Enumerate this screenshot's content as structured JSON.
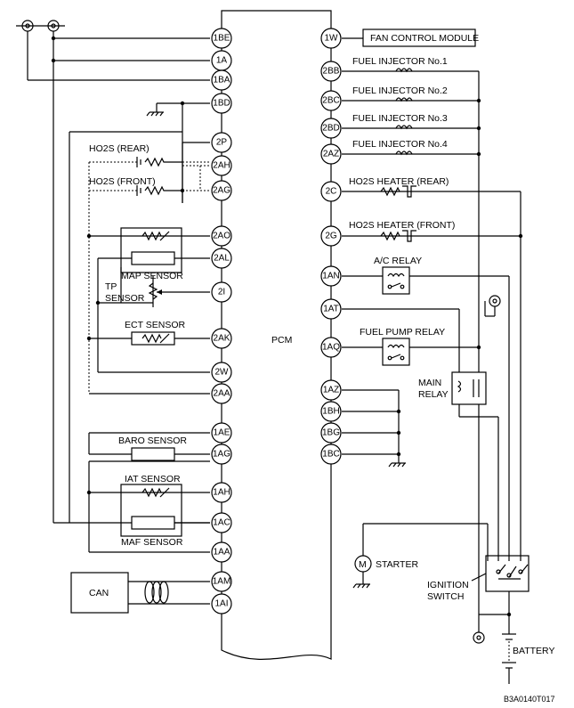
{
  "pcm_label": "PCM",
  "left_terminals": [
    "1BE",
    "1A",
    "1BA",
    "1BD",
    "2P",
    "2AH",
    "2AG",
    "2AO",
    "2AL",
    "2I",
    "2AK",
    "2W",
    "2AA",
    "1AE",
    "1AG",
    "1AH",
    "1AC",
    "1AA",
    "1AM",
    "1AI"
  ],
  "right_terminals": [
    "1W",
    "2BB",
    "2BC",
    "2BD",
    "2AZ",
    "2C",
    "2G",
    "1AN",
    "1AT",
    "1AQ",
    "1AZ",
    "1BH",
    "1BG",
    "1BC"
  ],
  "labels": {
    "fan_control_module": "FAN CONTROL MODULE",
    "fuel_injector_1": "FUEL INJECTOR No.1",
    "fuel_injector_2": "FUEL INJECTOR No.2",
    "fuel_injector_3": "FUEL INJECTOR No.3",
    "fuel_injector_4": "FUEL INJECTOR No.4",
    "ho2s_heater_rear": "HO2S HEATER (REAR)",
    "ho2s_heater_front": "HO2S HEATER (FRONT)",
    "ac_relay": "A/C RELAY",
    "fuel_pump_relay": "FUEL PUMP RELAY",
    "main_relay_1": "MAIN",
    "main_relay_2": "RELAY",
    "starter": "STARTER",
    "starter_m": "M",
    "ignition_switch_1": "IGNITION",
    "ignition_switch_2": "SWITCH",
    "battery": "BATTERY",
    "ho2s_rear": "HO2S (REAR)",
    "ho2s_front": "HO2S (FRONT)",
    "map_sensor": "MAP SENSOR",
    "tp_sensor_1": "TP",
    "tp_sensor_2": "SENSOR",
    "ect_sensor": "ECT SENSOR",
    "baro_sensor": "BARO SENSOR",
    "iat_sensor": "IAT SENSOR",
    "maf_sensor": "MAF SENSOR",
    "can": "CAN",
    "figure_code": "B3A0140T017"
  }
}
